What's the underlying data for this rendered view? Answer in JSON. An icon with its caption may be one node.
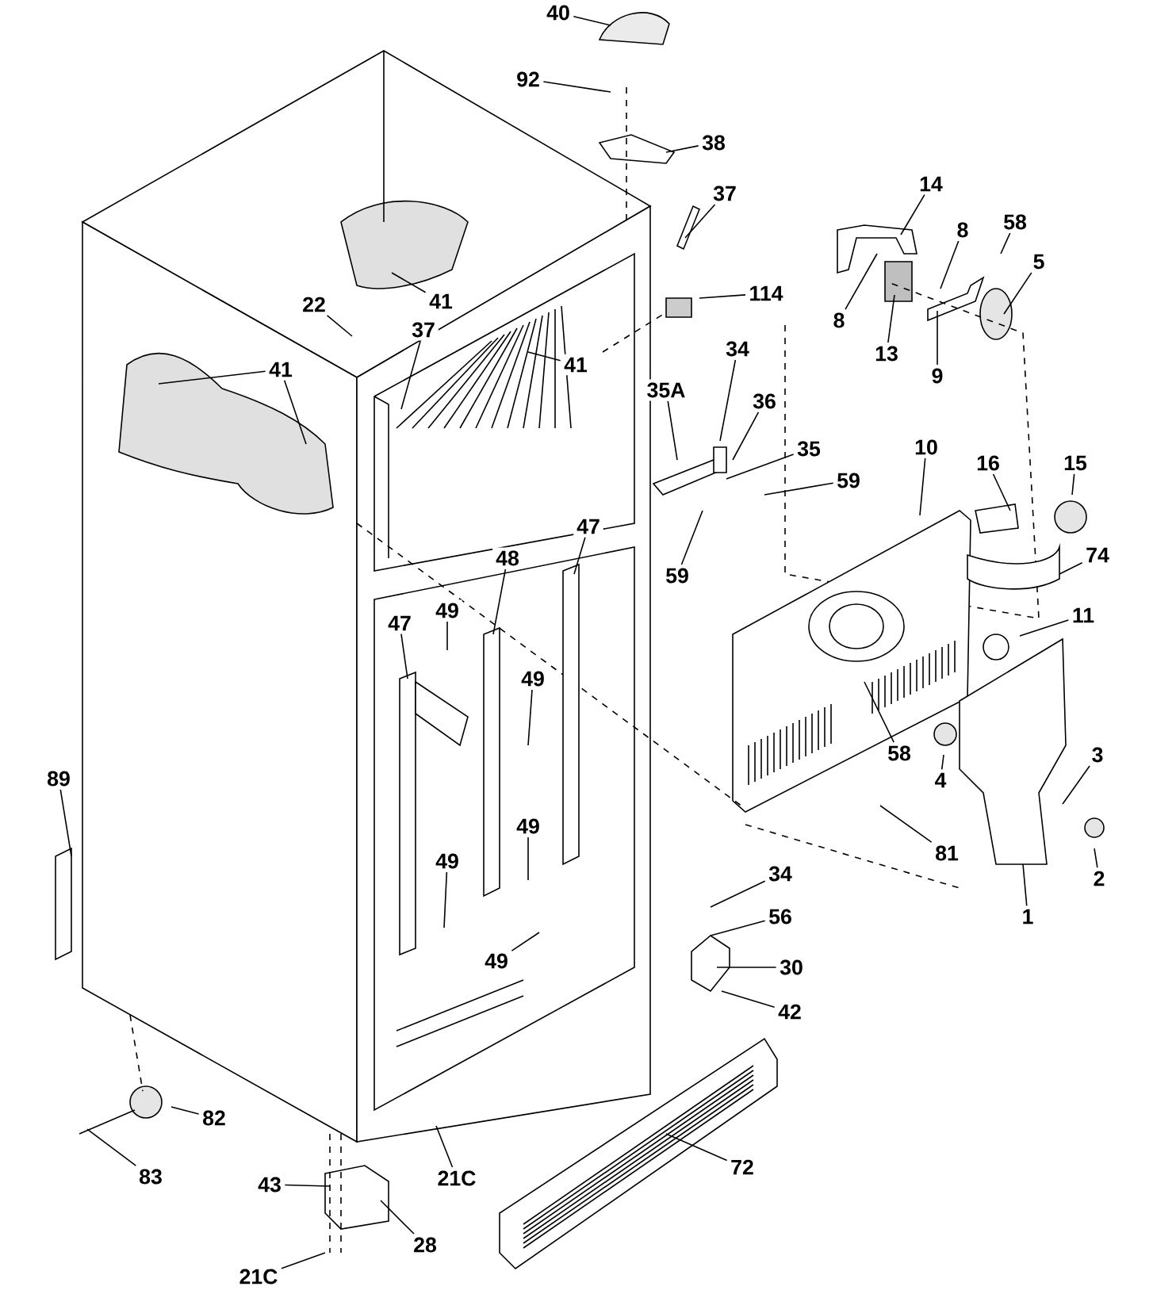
{
  "diagram": {
    "nodes": [
      {
        "text": [
          "40"
        ]
      },
      {
        "text": [
          "92"
        ]
      },
      {
        "text": [
          "38"
        ]
      },
      {
        "text": [
          "14"
        ]
      },
      {
        "text": [
          "37"
        ]
      },
      {
        "text": [
          "58"
        ]
      },
      {
        "text": [
          "8"
        ]
      },
      {
        "text": [
          "5"
        ]
      },
      {
        "text": [
          "114"
        ]
      },
      {
        "text": [
          "41"
        ]
      },
      {
        "text": [
          "22"
        ]
      },
      {
        "text": [
          "8"
        ]
      },
      {
        "text": [
          "37"
        ]
      },
      {
        "text": [
          "34"
        ]
      },
      {
        "text": [
          "13"
        ]
      },
      {
        "text": [
          "41"
        ]
      },
      {
        "text": [
          "41"
        ]
      },
      {
        "text": [
          "9"
        ]
      },
      {
        "text": [
          "35A"
        ]
      },
      {
        "text": [
          "36"
        ]
      },
      {
        "text": [
          "10"
        ]
      },
      {
        "text": [
          "35"
        ]
      },
      {
        "text": [
          "16"
        ]
      },
      {
        "text": [
          "15"
        ]
      },
      {
        "text": [
          "59"
        ]
      },
      {
        "text": [
          "47"
        ]
      },
      {
        "text": [
          "74"
        ]
      },
      {
        "text": [
          "48"
        ]
      },
      {
        "text": [
          "59"
        ]
      },
      {
        "text": [
          "49"
        ]
      },
      {
        "text": [
          "11"
        ]
      },
      {
        "text": [
          "47"
        ]
      },
      {
        "text": [
          "49"
        ]
      },
      {
        "text": [
          "58"
        ]
      },
      {
        "text": [
          "3"
        ]
      },
      {
        "text": [
          "89"
        ]
      },
      {
        "text": [
          "4"
        ]
      },
      {
        "text": [
          "49"
        ]
      },
      {
        "text": [
          "81"
        ]
      },
      {
        "text": [
          "49"
        ]
      },
      {
        "text": [
          "34"
        ]
      },
      {
        "text": [
          "2"
        ]
      },
      {
        "text": [
          "56"
        ]
      },
      {
        "text": [
          "1"
        ]
      },
      {
        "text": [
          "49"
        ]
      },
      {
        "text": [
          "30"
        ]
      },
      {
        "text": [
          "42"
        ]
      },
      {
        "text": [
          "82"
        ]
      },
      {
        "text": [
          "72"
        ]
      },
      {
        "text": [
          "83"
        ]
      },
      {
        "text": [
          "21C"
        ]
      },
      {
        "text": [
          "43"
        ]
      },
      {
        "text": [
          "28"
        ]
      },
      {
        "text": [
          "21C"
        ]
      }
    ],
    "edges": [
      {
        "from": 0,
        "to": null,
        "arrow": "none"
      },
      {
        "from": 1,
        "to": null,
        "arrow": "none"
      },
      {
        "from": 2,
        "to": null,
        "arrow": "none"
      },
      {
        "from": 3,
        "to": null,
        "arrow": "none"
      },
      {
        "from": 4,
        "to": null,
        "arrow": "none"
      },
      {
        "from": 5,
        "to": null,
        "arrow": "none"
      },
      {
        "from": 6,
        "to": null,
        "arrow": "none"
      },
      {
        "from": 7,
        "to": null,
        "arrow": "none"
      },
      {
        "from": 8,
        "to": null,
        "arrow": "none"
      },
      {
        "from": 9,
        "to": null,
        "arrow": "none"
      },
      {
        "from": 10,
        "to": null,
        "arrow": "none"
      },
      {
        "from": 11,
        "to": null,
        "arrow": "none"
      },
      {
        "from": 12,
        "to": null,
        "arrow": "none"
      },
      {
        "from": 13,
        "to": null,
        "arrow": "none"
      },
      {
        "from": 14,
        "to": null,
        "arrow": "none"
      },
      {
        "from": 15,
        "to": null,
        "arrow": "none"
      },
      {
        "from": 16,
        "to": null,
        "arrow": "none"
      },
      {
        "from": 16,
        "to": null,
        "arrow": "none"
      },
      {
        "from": 17,
        "to": null,
        "arrow": "none"
      },
      {
        "from": 18,
        "to": null,
        "arrow": "none"
      },
      {
        "from": 19,
        "to": null,
        "arrow": "none"
      },
      {
        "from": 20,
        "to": null,
        "arrow": "none"
      },
      {
        "from": 21,
        "to": null,
        "arrow": "none"
      },
      {
        "from": 22,
        "to": null,
        "arrow": "none"
      },
      {
        "from": 23,
        "to": null,
        "arrow": "none"
      },
      {
        "from": 24,
        "to": null,
        "arrow": "none"
      },
      {
        "from": 25,
        "to": null,
        "arrow": "none"
      },
      {
        "from": 26,
        "to": null,
        "arrow": "none"
      },
      {
        "from": 27,
        "to": null,
        "arrow": "none"
      },
      {
        "from": 28,
        "to": null,
        "arrow": "none"
      },
      {
        "from": 29,
        "to": null,
        "arrow": "none"
      },
      {
        "from": 30,
        "to": null,
        "arrow": "none"
      },
      {
        "from": 31,
        "to": null,
        "arrow": "none"
      },
      {
        "from": 32,
        "to": null,
        "arrow": "none"
      },
      {
        "from": 33,
        "to": null,
        "arrow": "none"
      },
      {
        "from": 34,
        "to": null,
        "arrow": "none"
      },
      {
        "from": 35,
        "to": null,
        "arrow": "none"
      },
      {
        "from": 36,
        "to": null,
        "arrow": "none"
      },
      {
        "from": 37,
        "to": null,
        "arrow": "none"
      },
      {
        "from": 38,
        "to": null,
        "arrow": "none"
      },
      {
        "from": 39,
        "to": null,
        "arrow": "none"
      },
      {
        "from": 40,
        "to": null,
        "arrow": "none"
      },
      {
        "from": 41,
        "to": null,
        "arrow": "none"
      },
      {
        "from": 42,
        "to": null,
        "arrow": "none"
      },
      {
        "from": 43,
        "to": null,
        "arrow": "none"
      },
      {
        "from": 44,
        "to": null,
        "arrow": "none"
      },
      {
        "from": 45,
        "to": null,
        "arrow": "none"
      },
      {
        "from": 46,
        "to": null,
        "arrow": "none"
      },
      {
        "from": 47,
        "to": null,
        "arrow": "none"
      },
      {
        "from": 48,
        "to": null,
        "arrow": "none"
      },
      {
        "from": 49,
        "to": null,
        "arrow": "none"
      },
      {
        "from": 50,
        "to": null,
        "arrow": "none"
      },
      {
        "from": 51,
        "to": null,
        "arrow": "none"
      },
      {
        "from": 52,
        "to": null,
        "arrow": "none"
      },
      {
        "from": 53,
        "to": null,
        "arrow": "none"
      }
    ]
  }
}
